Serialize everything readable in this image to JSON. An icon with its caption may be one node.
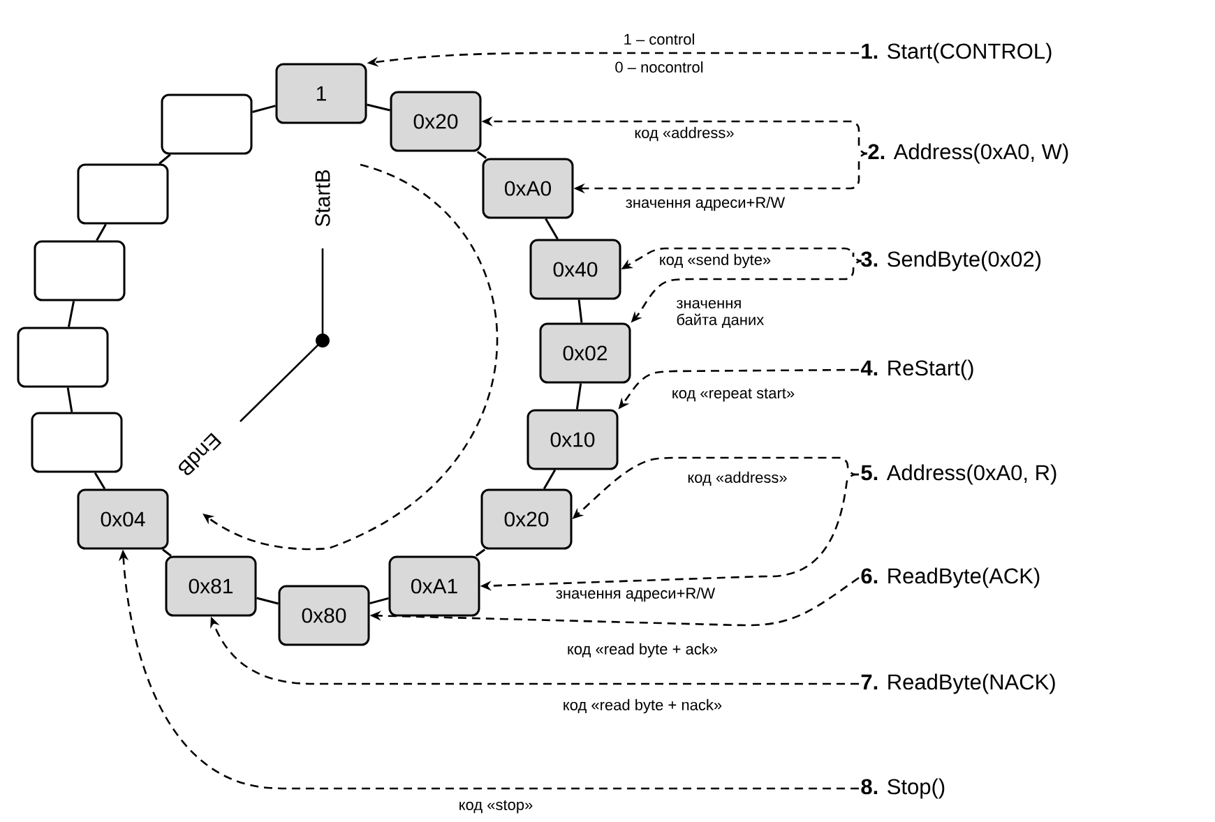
{
  "diagram": {
    "nodes": [
      {
        "text": [
          "1"
        ]
      },
      {
        "text": [
          "0x20"
        ]
      },
      {
        "text": [
          "0xA0"
        ]
      },
      {
        "text": [
          "0x40"
        ]
      },
      {
        "text": [
          "0x02"
        ]
      },
      {
        "text": [
          "0x10"
        ]
      },
      {
        "text": [
          "0x20"
        ]
      },
      {
        "text": [
          "0xA1"
        ]
      },
      {
        "text": [
          "0x80"
        ]
      },
      {
        "text": [
          "0x81"
        ]
      },
      {
        "text": [
          "0x04"
        ]
      },
      {
        "text": [],
        "shape": "box"
      },
      {
        "text": [],
        "shape": "box"
      },
      {
        "text": [],
        "shape": "box"
      },
      {
        "text": [],
        "shape": "box"
      },
      {
        "text": [],
        "shape": "box"
      },
      {
        "text": [
          "**1.** Start(CONTROL)"
        ]
      },
      {
        "text": [
          "**2.** Address(0xA0, W)"
        ]
      },
      {
        "text": [
          "**3.** SendByte(0x02)"
        ]
      },
      {
        "text": [
          "**4.** ReStart()"
        ]
      },
      {
        "text": [
          "**5.** Address(0xA0, R)"
        ]
      },
      {
        "text": [
          "**6.** ReadByte(ACK)"
        ]
      },
      {
        "text": [
          "**7.** ReadByte(NACK)"
        ]
      },
      {
        "text": [
          "**8.** Stop()"
        ]
      }
    ],
    "edges": [
      {
        "from": 0,
        "to": 1,
        "arrow": "none"
      },
      {
        "from": 1,
        "to": 2,
        "arrow": "none"
      },
      {
        "from": 2,
        "to": 3,
        "arrow": "none"
      },
      {
        "from": 3,
        "to": 4,
        "arrow": "none"
      },
      {
        "from": 4,
        "to": 5,
        "arrow": "none"
      },
      {
        "from": 5,
        "to": 6,
        "arrow": "none"
      },
      {
        "from": 6,
        "to": 7,
        "arrow": "none"
      },
      {
        "from": 7,
        "to": 8,
        "arrow": "none"
      },
      {
        "from": 8,
        "to": 9,
        "arrow": "none"
      },
      {
        "from": 9,
        "to": 10,
        "arrow": "none"
      },
      {
        "from": 10,
        "to": 11,
        "arrow": "none"
      },
      {
        "from": 11,
        "to": 12,
        "arrow": "none"
      },
      {
        "from": 12,
        "to": 13,
        "arrow": "none"
      },
      {
        "from": 13,
        "to": 14,
        "arrow": "none"
      },
      {
        "from": 14,
        "to": 15,
        "arrow": "none"
      },
      {
        "from": 15,
        "to": 0,
        "arrow": "none"
      },
      {
        "from": 16,
        "to": 0,
        "arrow": "to",
        "style": "dashed",
        "label": "1 – control"
      },
      {
        "from": 17,
        "to": 1,
        "arrow": "to",
        "style": "dashed",
        "label": "код «address»"
      },
      {
        "from": 17,
        "to": 2,
        "arrow": "to",
        "style": "dashed",
        "label": "значення адреси+R/W"
      },
      {
        "from": 18,
        "to": 3,
        "arrow": "to",
        "style": "dashed",
        "label": "код «send byte»"
      },
      {
        "from": 18,
        "to": 4,
        "arrow": "to",
        "style": "dashed",
        "label": "значення байта даних"
      },
      {
        "from": 19,
        "to": 5,
        "arrow": "to",
        "style": "dashed",
        "label": "код «repeat start»"
      },
      {
        "from": 20,
        "to": 6,
        "arrow": "to",
        "style": "dashed",
        "label": "код «address»"
      },
      {
        "from": 20,
        "to": 7,
        "arrow": "to",
        "style": "dashed",
        "label": "значення адреси+R/W"
      },
      {
        "from": 21,
        "to": 8,
        "arrow": "to",
        "style": "dashed",
        "label": "код «read byte + ack»"
      },
      {
        "from": 22,
        "to": 9,
        "arrow": "to",
        "style": "dashed",
        "label": "код «read byte + nack»"
      },
      {
        "from": 23,
        "to": 10,
        "arrow": "to",
        "style": "dashed",
        "label": "код «stop»"
      }
    ],
    "labels": [
      "0 – nocontrol",
      "StartB",
      "EndB"
    ]
  }
}
